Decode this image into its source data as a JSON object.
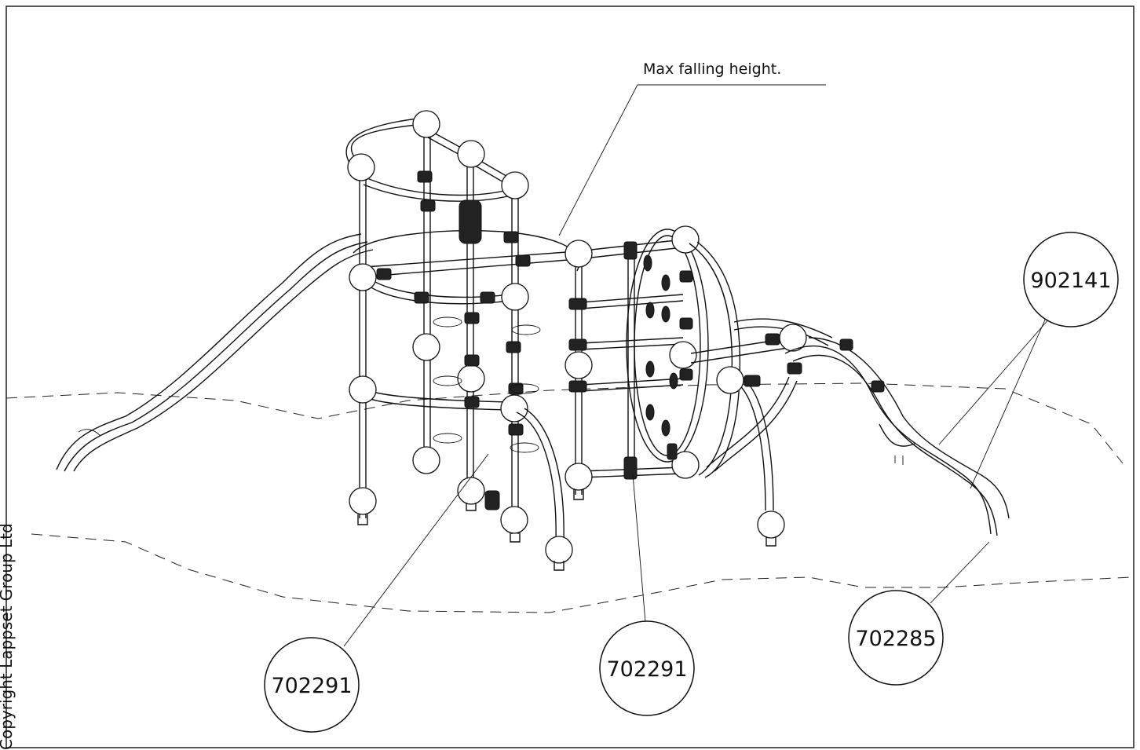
{
  "drawing": {
    "copyright": "Copyright Lappset Group Ltd",
    "falling_height_note": "Max falling height.",
    "callouts": {
      "left_bottom": "702291",
      "middle_bottom": "702291",
      "right_bottom": "702285",
      "right_top": "902141"
    }
  }
}
